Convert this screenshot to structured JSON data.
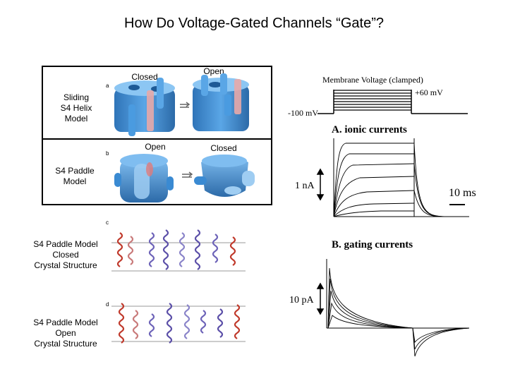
{
  "slide": {
    "title": "How Do Voltage-Gated Channels “Gate”?"
  },
  "left_panel": {
    "top_closed_label": "Closed",
    "top_open_label": "Open",
    "bottom_open_label": "Open",
    "bottom_closed_label": "Closed",
    "sliding_model_label": "Sliding\nS4 Helix\nModel",
    "paddle_model_label": "S4 Paddle\nModel",
    "paddle_closed_crystal_label": "S4 Paddle Model\nClosed\nCrystal Structure",
    "paddle_open_crystal_label": "S4 Paddle Model\nOpen\nCrystal Structure",
    "panel_letters": [
      "a",
      "b",
      "c",
      "d"
    ]
  },
  "right_panel": {
    "membrane_voltage_label": "Membrane Voltage (clamped)",
    "high_voltage_label": "+60 mV",
    "low_voltage_label": "-100 mV",
    "ionic_heading": "A.  ionic currents",
    "ionic_scale_label": "1 nA",
    "time_scale_label": "10 ms",
    "gating_heading": "B.  gating currents",
    "gating_scale_label": "10 pA"
  },
  "colors": {
    "channel_blue": "#3f8fd6",
    "channel_light": "#9fcdf2",
    "helix_red": "#c0392b",
    "helix_purple": "#5b4fa8"
  }
}
